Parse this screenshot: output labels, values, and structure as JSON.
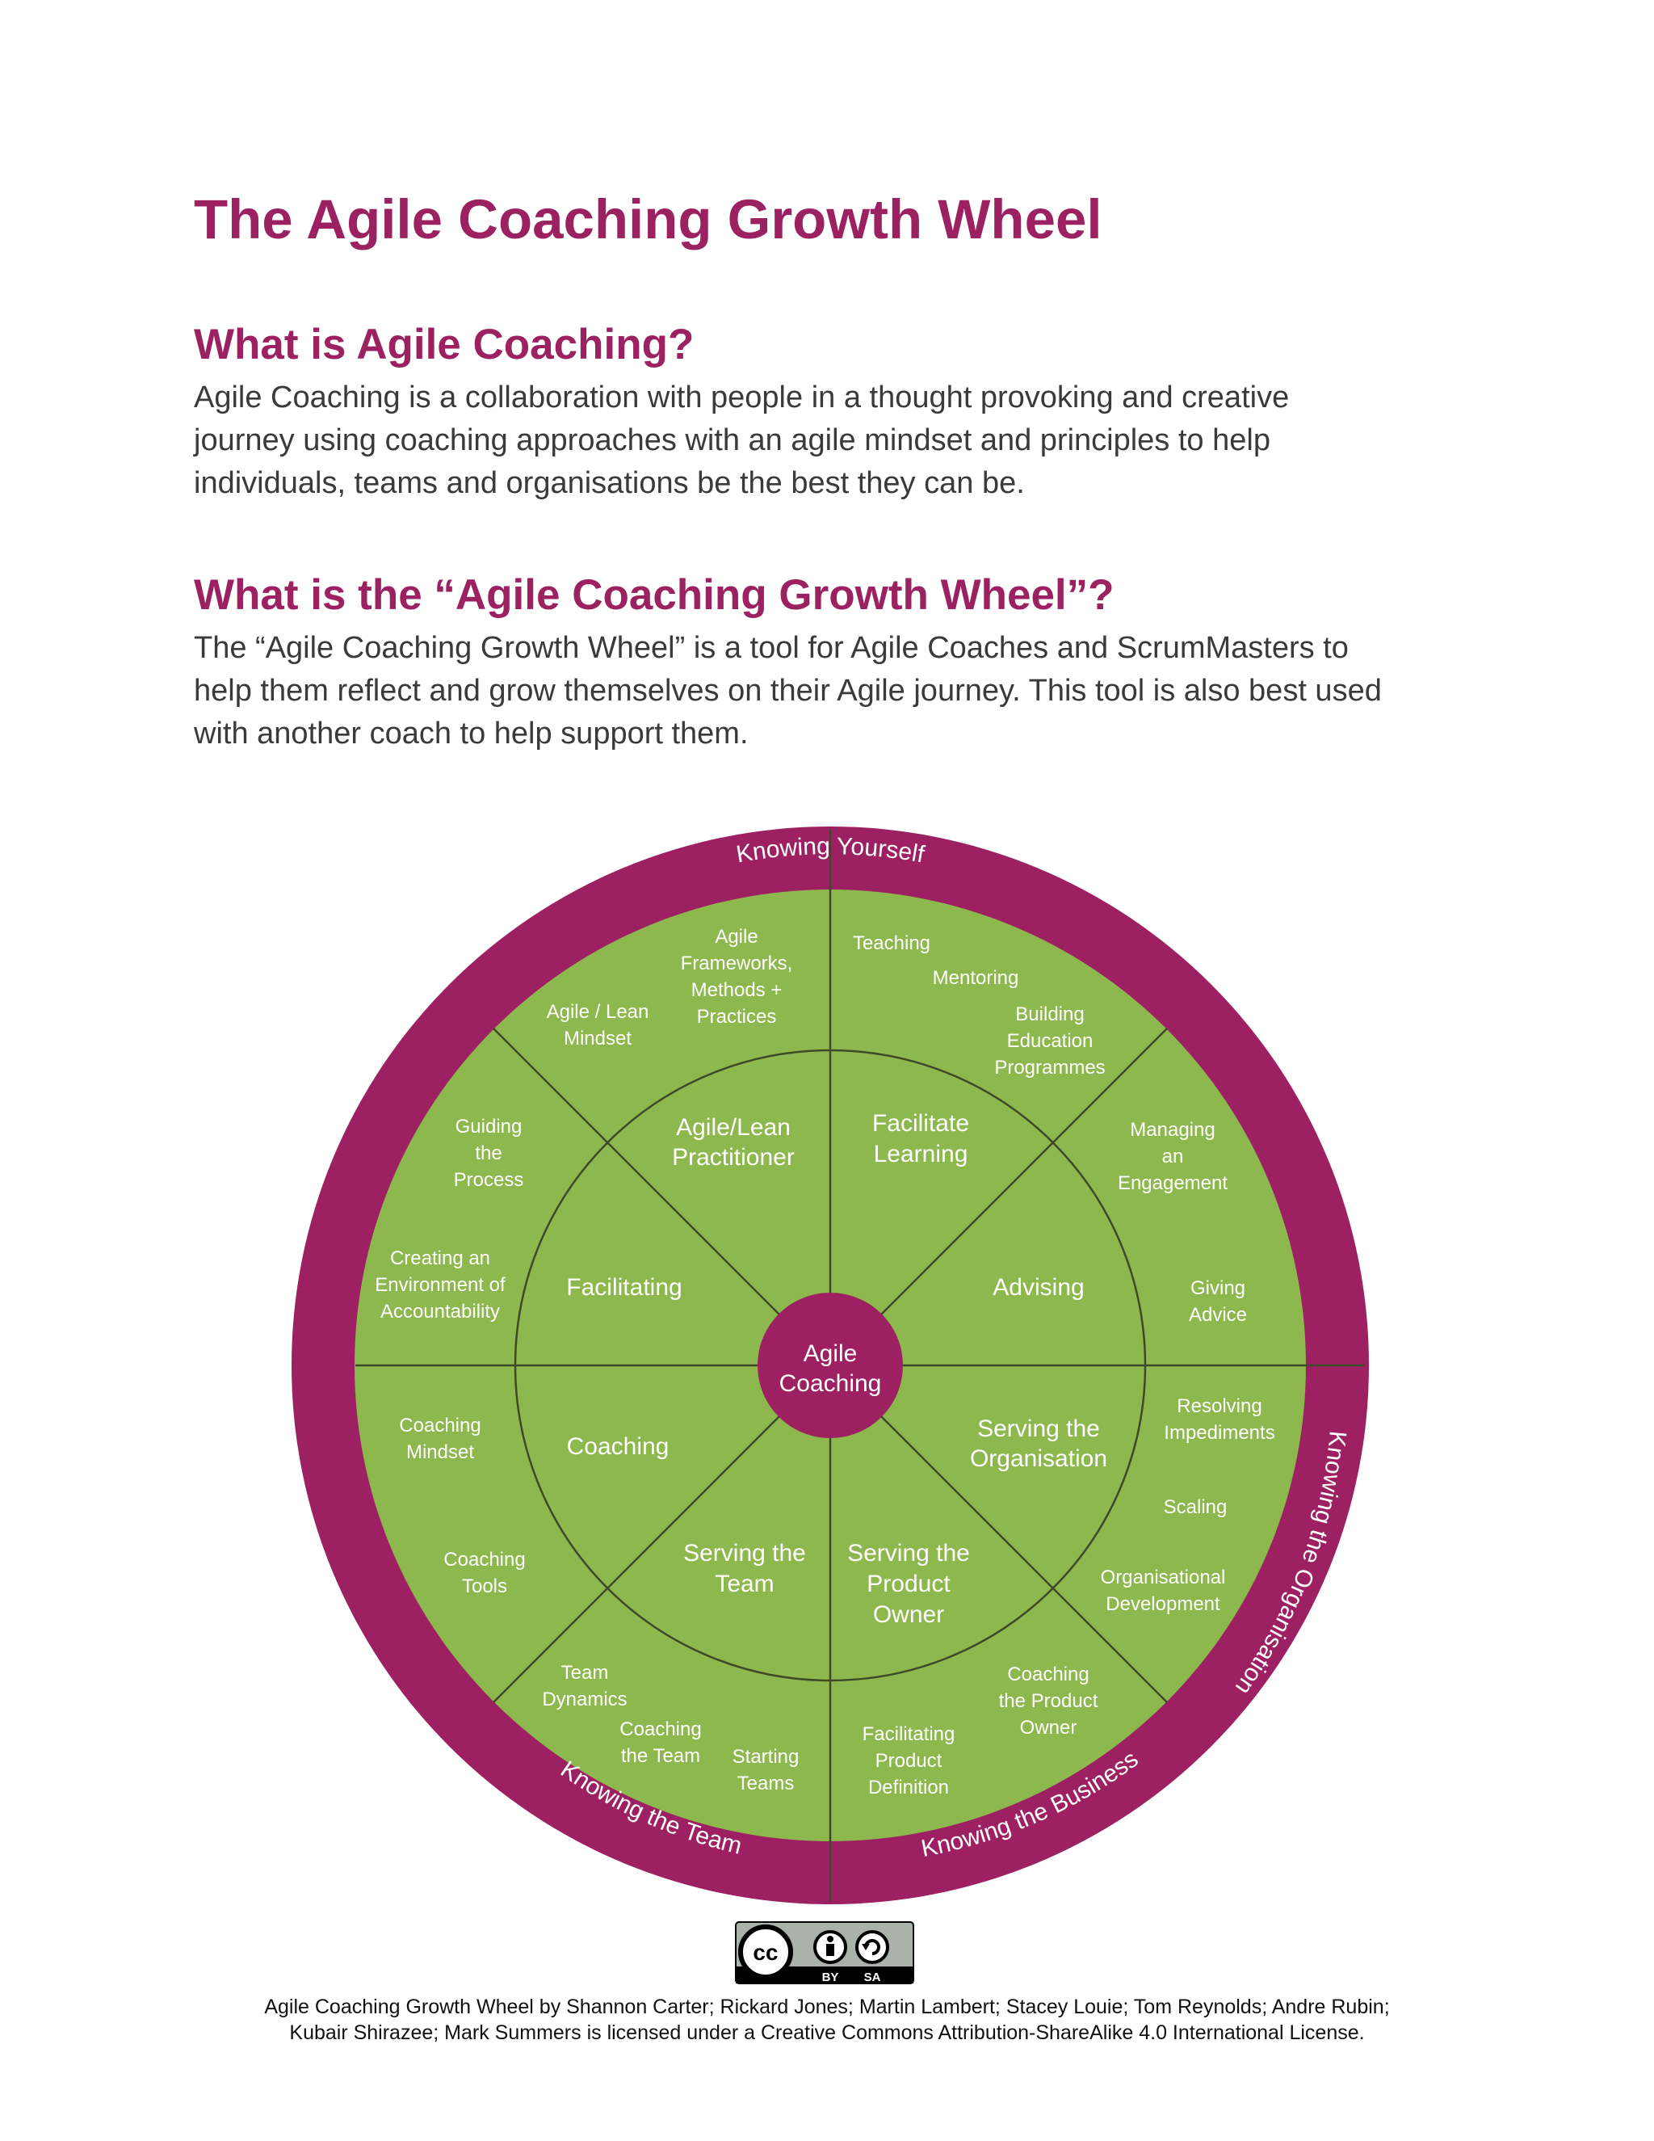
{
  "title": "The Agile Coaching Growth Wheel",
  "section1": {
    "heading": "What is Agile Coaching?",
    "lines": [
      "Agile Coaching is a collaboration with people in a thought provoking and creative",
      "journey using coaching approaches with an agile mindset and principles to help",
      "individuals, teams and organisations be the best they can be."
    ]
  },
  "section2": {
    "heading": "What is the “Agile Coaching Growth Wheel”?",
    "lines": [
      "The “Agile Coaching Growth Wheel” is a tool for Agile Coaches and ScrumMasters to",
      "help them reflect and grow themselves on their Agile journey. This tool is also best used",
      "with another coach to help support them."
    ]
  },
  "wheel": {
    "colors": {
      "ring": "#9d2063",
      "fill": "#8cb84d",
      "line": "#3d4a2a"
    },
    "ring_labels": {
      "top": "Knowing Yourself",
      "right": "Knowing the Organisation",
      "bottom_right": "Knowing the Business",
      "bottom_left": "Knowing the Team"
    },
    "center": {
      "line1": "Agile",
      "line2": "Coaching"
    },
    "middle": {
      "agile_lean_practitioner": [
        "Agile/Lean",
        "Practitioner"
      ],
      "facilitate_learning": [
        "Facilitate",
        "Learning"
      ],
      "advising": [
        "Advising"
      ],
      "serving_the_organisation": [
        "Serving the",
        "Organisation"
      ],
      "serving_the_product_owner": [
        "Serving the",
        "Product",
        "Owner"
      ],
      "serving_the_team": [
        "Serving the",
        "Team"
      ],
      "coaching": [
        "Coaching"
      ],
      "facilitating": [
        "Facilitating"
      ]
    },
    "outer": {
      "agile_frameworks": [
        "Agile",
        "Frameworks,",
        "Methods +",
        "Practices"
      ],
      "agile_lean_mindset": [
        "Agile / Lean",
        "Mindset"
      ],
      "teaching": [
        "Teaching"
      ],
      "mentoring": [
        "Mentoring"
      ],
      "building_education": [
        "Building",
        "Education",
        "Programmes"
      ],
      "managing_engagement": [
        "Managing",
        "an",
        "Engagement"
      ],
      "giving_advice": [
        "Giving",
        "Advice"
      ],
      "resolving_impediments": [
        "Resolving",
        "Impediments"
      ],
      "scaling": [
        "Scaling"
      ],
      "organisational_development": [
        "Organisational",
        "Development"
      ],
      "coaching_product_owner": [
        "Coaching",
        "the Product",
        "Owner"
      ],
      "facilitating_product_definition": [
        "Facilitating",
        "Product",
        "Definition"
      ],
      "starting_teams": [
        "Starting",
        "Teams"
      ],
      "coaching_the_team": [
        "Coaching",
        "the Team"
      ],
      "team_dynamics": [
        "Team",
        "Dynamics"
      ],
      "coaching_tools": [
        "Coaching",
        "Tools"
      ],
      "coaching_mindset": [
        "Coaching",
        "Mindset"
      ],
      "creating_environment": [
        "Creating an",
        "Environment of",
        "Accountability"
      ],
      "guiding_process": [
        "Guiding",
        "the",
        "Process"
      ]
    }
  },
  "license_badge": {
    "cc": "cc",
    "by": "BY",
    "sa": "SA"
  },
  "footer": {
    "line1": "Agile Coaching Growth Wheel by Shannon Carter; Rickard Jones; Martin Lambert; Stacey Louie; Tom Reynolds; Andre Rubin;",
    "line2": "Kubair Shirazee; Mark Summers is licensed under a Creative Commons Attribution-ShareAlike 4.0 International License."
  }
}
